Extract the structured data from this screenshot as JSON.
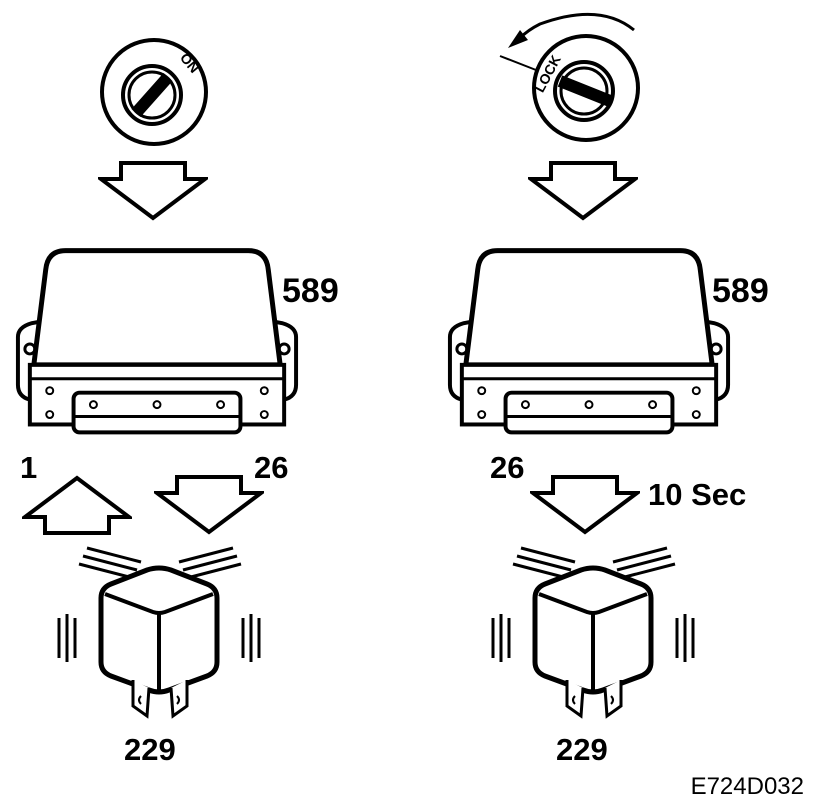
{
  "left": {
    "key_position": "ON",
    "module_label": "589",
    "input_pin": "1",
    "output_pin": "26",
    "relay_label": "229"
  },
  "right": {
    "key_position": "LOCK",
    "module_label": "589",
    "output_pin": "26",
    "delay": "10 Sec",
    "relay_label": "229"
  },
  "figure_code": "E724D032",
  "colors": {
    "line": "#000000",
    "fill": "#ffffff"
  },
  "icons": [
    "ignition-switch-icon",
    "down-arrow-icon",
    "up-arrow-icon",
    "control-module-icon",
    "relay-icon",
    "rotation-arrow-icon"
  ]
}
